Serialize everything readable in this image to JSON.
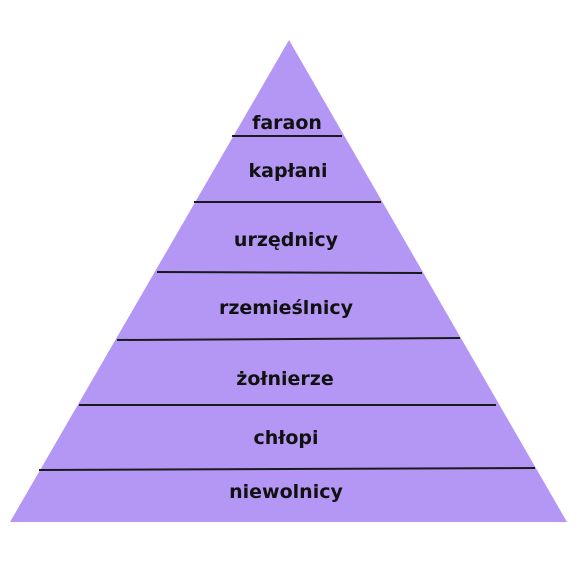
{
  "pyramid": {
    "fill_color": "#b497f5",
    "line_color": "#1a1a1a",
    "tiers": [
      {
        "label": "faraon"
      },
      {
        "label": "kapłani"
      },
      {
        "label": "urzędnicy"
      },
      {
        "label": "rzemieślnicy"
      },
      {
        "label": "żołnierze"
      },
      {
        "label": "chłopi"
      },
      {
        "label": "niewolnicy"
      }
    ]
  }
}
